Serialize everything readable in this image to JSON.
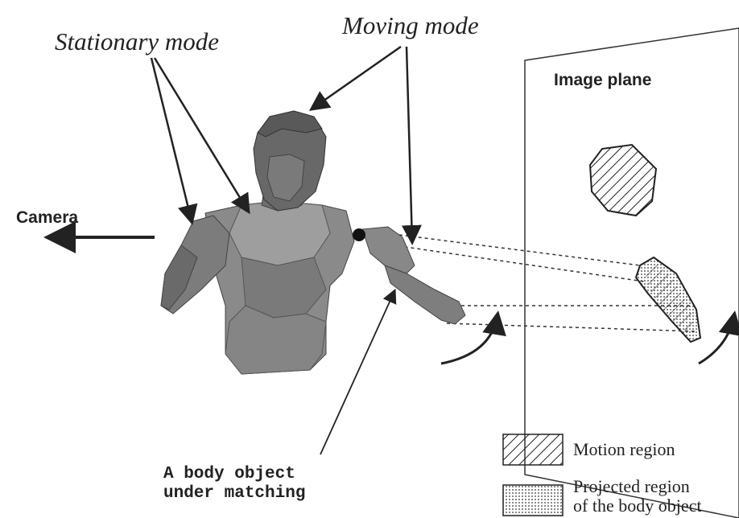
{
  "labels": {
    "stationary_mode": "Stationary mode",
    "moving_mode": "Moving mode",
    "image_plane": "Image plane",
    "camera": "Camera",
    "body_object_line1": "A body object",
    "body_object_line2": "under matching"
  },
  "legend": {
    "motion_region": "Motion region",
    "projected_region_line1": "Projected region",
    "projected_region_line2": "of the body object"
  },
  "colors": {
    "ink": "#222222",
    "body_dark": "#555555",
    "body_mid": "#7a7a7a",
    "body_light": "#9a9a9a"
  }
}
